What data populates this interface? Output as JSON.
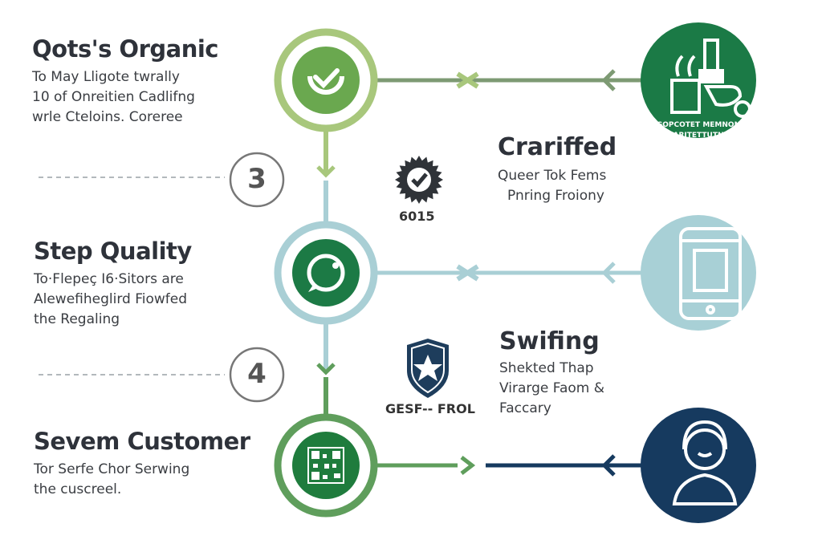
{
  "steps": [
    {
      "title": "Qots's Organic",
      "lines": [
        "To May  Lligote twrally",
        "10 of Onreitien Cadlifng",
        "wrle Cteloins. Coreree"
      ]
    },
    {
      "title": "Step Quality",
      "lines": [
        "To·Flepeç I6·Sitors are",
        "Alewefiheglird Fiowfed",
        "the Regaling"
      ]
    },
    {
      "title": "Sevem Customer",
      "lines": [
        "Tor Serfe Chor Serwing",
        "the cuscreel."
      ]
    }
  ],
  "markers": [
    "3",
    "4"
  ],
  "callouts": [
    {
      "title": "Crariffed",
      "lines": [
        "Queer Tok Fems",
        "Pnring Froiony"
      ],
      "badge_label": "6015"
    },
    {
      "title": "Swifing",
      "lines": [
        "Shekted Thap",
        "Virarge Faom &",
        "Faccary"
      ],
      "badge_label": "GESF-- FROL"
    }
  ],
  "right_badge_text": [
    "GOPCOTET MEMNON",
    "ARITETTUTN"
  ],
  "colors": {
    "light_green": "#a8c77c",
    "green": "#6aa84f",
    "teal": "#a9cfd5",
    "dark_green": "#1c7a45",
    "navy": "#163a5f"
  }
}
